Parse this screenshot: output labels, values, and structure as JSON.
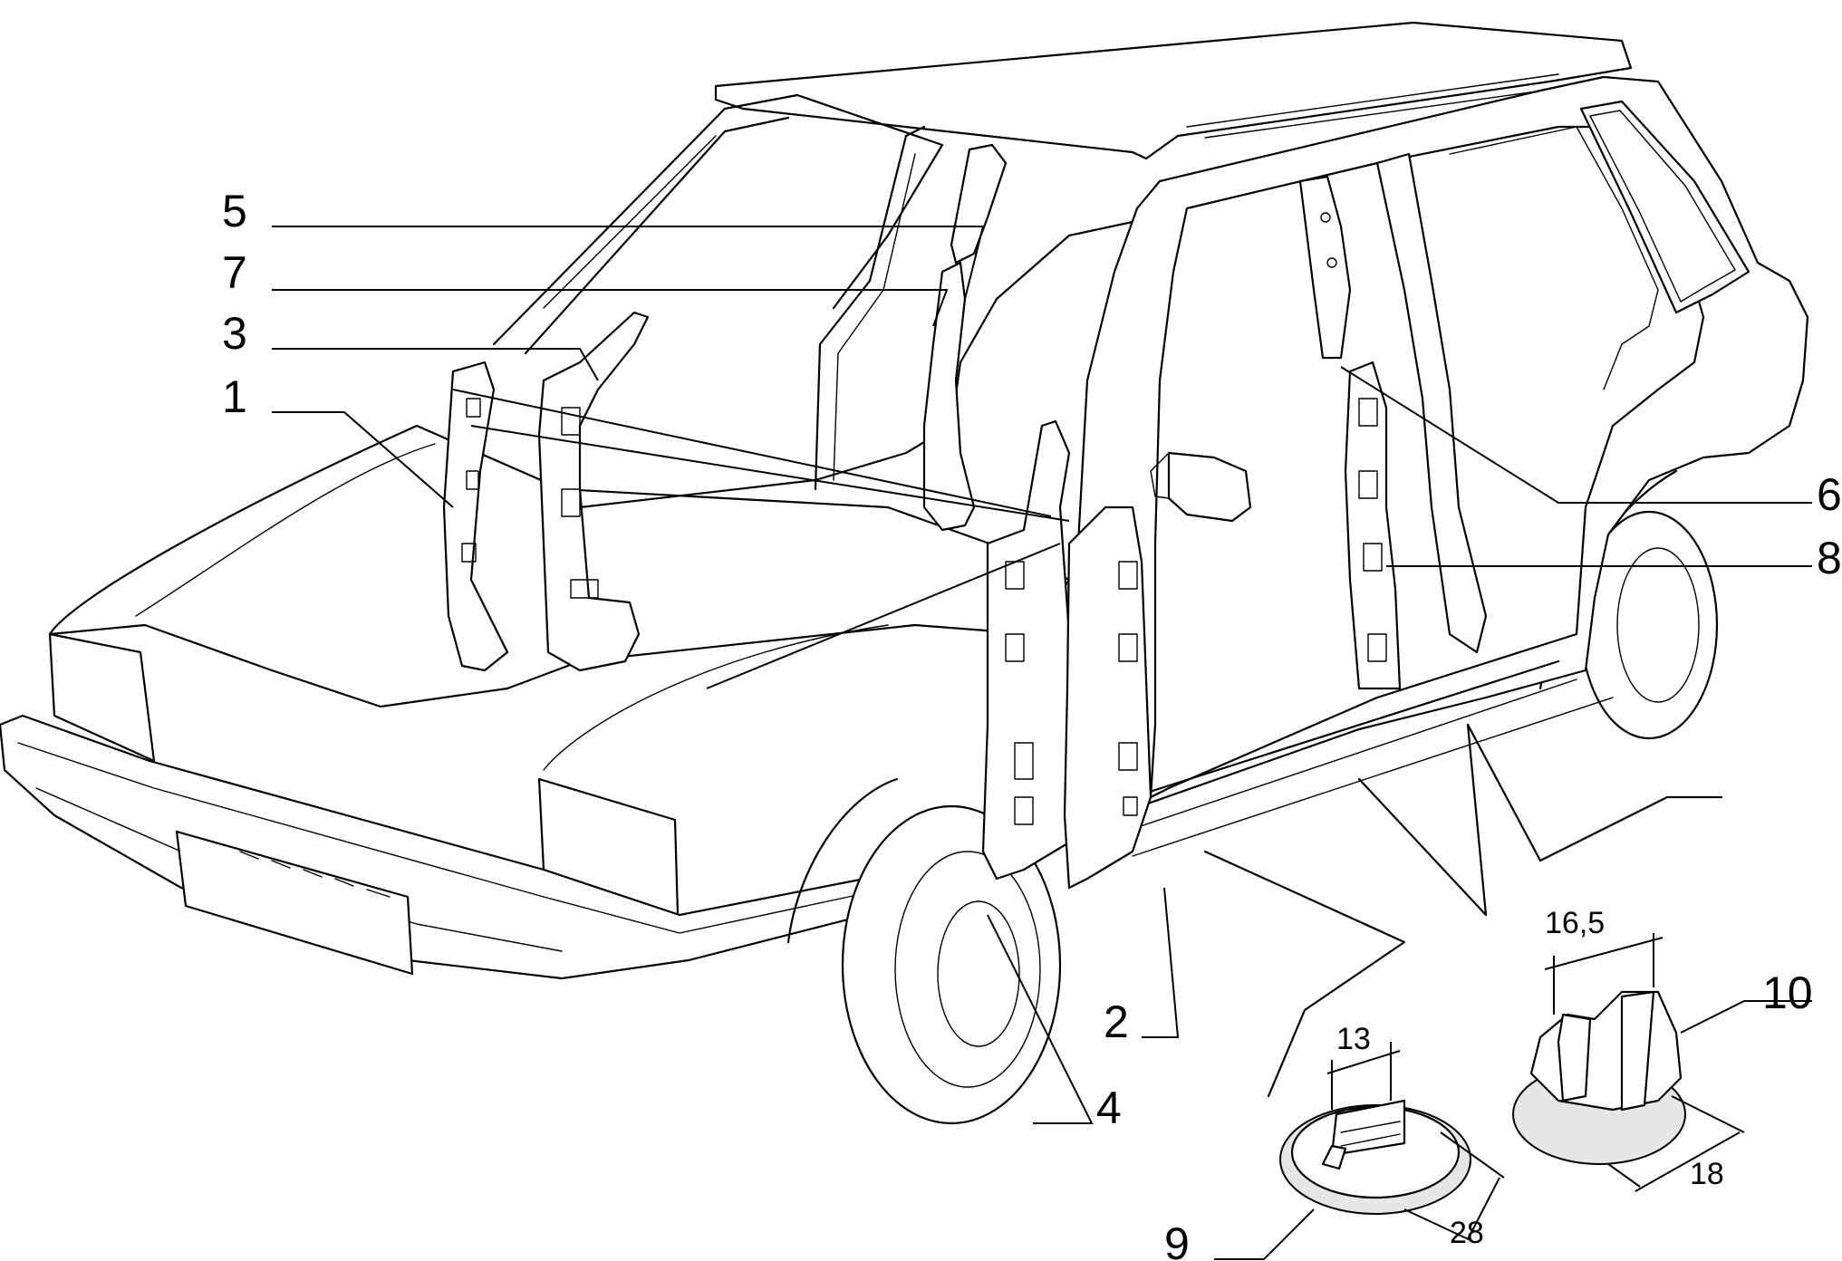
{
  "callouts": {
    "c1": "1",
    "c2": "2",
    "c3": "3",
    "c4": "4",
    "c5": "5",
    "c6": "6",
    "c7": "7",
    "c8": "8",
    "c9": "9",
    "c10": "10"
  },
  "dimensions": {
    "clip9_width": "13",
    "clip9_diameter": "28",
    "clip10_width": "16,5",
    "clip10_diameter": "18"
  }
}
